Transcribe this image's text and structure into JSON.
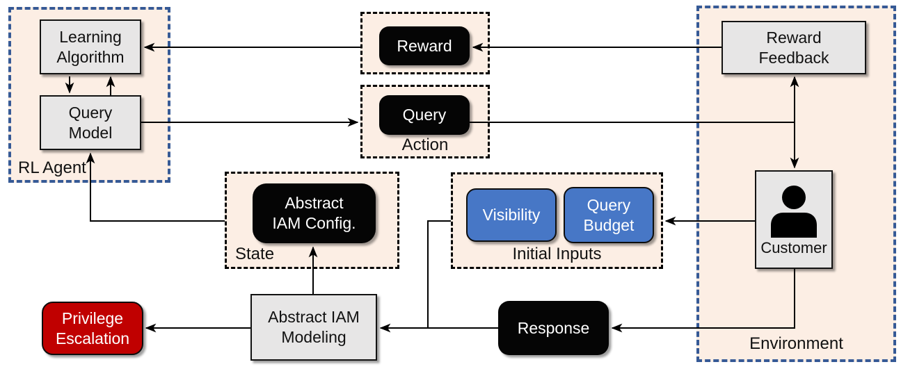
{
  "colors": {
    "container_bg": "#FCEEE4",
    "blue_dash": "#365A96",
    "gray_box": "#E7E6E6",
    "blue_box": "#4777C6",
    "red_box": "#C00000",
    "black_box": "#050505",
    "wire": "#000000"
  },
  "rl_agent": {
    "label": "RL Agent",
    "learning_algorithm": {
      "line1": "Learning",
      "line2": "Algorithm"
    },
    "query_model": {
      "line1": "Query",
      "line2": "Model"
    }
  },
  "reward_group": {
    "reward": "Reward"
  },
  "action_group": {
    "label": "Action",
    "query": "Query"
  },
  "environment": {
    "label": "Environment",
    "reward_feedback": {
      "line1": "Reward",
      "line2": "Feedback"
    },
    "customer_label": "Customer"
  },
  "state_group": {
    "label": "State",
    "abstract_iam_config": {
      "line1": "Abstract",
      "line2": "IAM Config."
    }
  },
  "initial_inputs": {
    "label": "Initial Inputs",
    "visibility": "Visibility",
    "query_budget": {
      "line1": "Query",
      "line2": "Budget"
    }
  },
  "privilege_escalation": {
    "line1": "Privilege",
    "line2": "Escalation"
  },
  "abstract_iam_modeling": {
    "line1": "Abstract IAM",
    "line2": "Modeling"
  },
  "response": {
    "label": "Response"
  }
}
